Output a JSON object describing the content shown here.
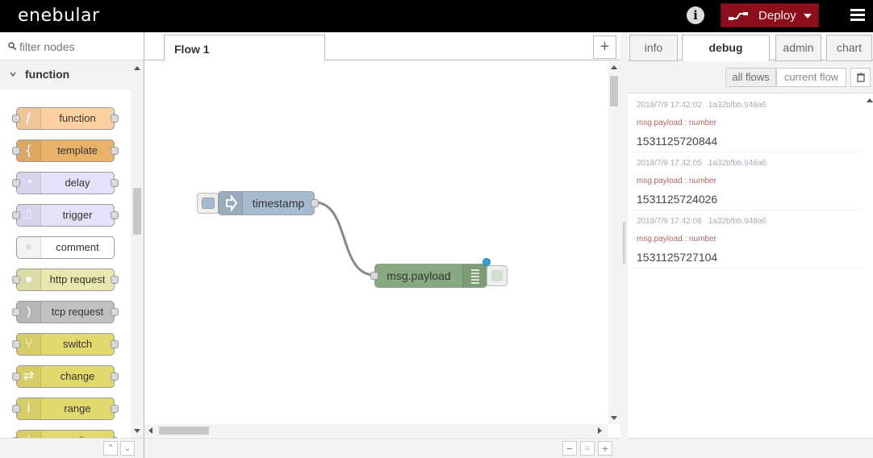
{
  "header": {
    "logo": "enebular",
    "info_label": "i",
    "deploy_label": "Deploy"
  },
  "palette": {
    "search_placeholder": "filter nodes",
    "category": "function",
    "nodes": [
      {
        "label": "function",
        "icon": "function-icon",
        "color": "#fdd0a2",
        "glyph": "ƒ",
        "in": true,
        "out": true
      },
      {
        "label": "template",
        "icon": "template-icon",
        "color": "#e8b26b",
        "glyph": "{",
        "in": true,
        "out": true
      },
      {
        "label": "delay",
        "icon": "clock-icon",
        "color": "#e6e0f8",
        "glyph": "◔",
        "in": true,
        "out": true
      },
      {
        "label": "trigger",
        "icon": "trigger-icon",
        "color": "#e6e0f8",
        "glyph": "⎍",
        "in": true,
        "out": true
      },
      {
        "label": "comment",
        "icon": "comment-icon",
        "color": "#ffffff",
        "glyph": "●",
        "in": false,
        "out": false
      },
      {
        "label": "http request",
        "icon": "globe-icon",
        "color": "#e7e7ae",
        "glyph": "●",
        "in": true,
        "out": true
      },
      {
        "label": "tcp request",
        "icon": "bridge-icon",
        "color": "#c0c0c0",
        "glyph": ")",
        "in": true,
        "out": true
      },
      {
        "label": "switch",
        "icon": "switch-icon",
        "color": "#e2d96e",
        "glyph": "⑂",
        "in": true,
        "out": true
      },
      {
        "label": "change",
        "icon": "swap-icon",
        "color": "#e2d96e",
        "glyph": "⇄",
        "in": true,
        "out": true
      },
      {
        "label": "range",
        "icon": "range-icon",
        "color": "#e2d96e",
        "glyph": "ⅰ",
        "in": true,
        "out": true
      },
      {
        "label": "split",
        "icon": "split-icon",
        "color": "#e2d96e",
        "glyph": "⁞",
        "in": true,
        "out": true
      }
    ]
  },
  "workspace": {
    "tab_label": "Flow 1",
    "add_tab": "+",
    "nodes": [
      {
        "label": "timestamp",
        "type": "inject",
        "color": "#a6bbcf"
      },
      {
        "label": "msg.payload",
        "type": "debug",
        "color": "#87a980"
      }
    ],
    "zoom_out": "−",
    "zoom_reset": "○",
    "zoom_in": "+"
  },
  "sidebar": {
    "tabs": [
      "info",
      "debug",
      "admin",
      "chart"
    ],
    "active_tab": "debug",
    "filter_all": "all flows",
    "filter_current": "current flow",
    "messages": [
      {
        "time": "2018/7/9 17:42:02",
        "node_id": "1a32bfbb.948a6",
        "type": "msg.payload : number",
        "value": "1531125720844"
      },
      {
        "time": "2018/7/9 17:42:05",
        "node_id": "1a32bfbb.948a6",
        "type": "msg.payload : number",
        "value": "1531125724026"
      },
      {
        "time": "2018/7/9 17:42:08",
        "node_id": "1a32bfbb.948a6",
        "type": "msg.payload : number",
        "value": "1531125727104"
      }
    ]
  }
}
